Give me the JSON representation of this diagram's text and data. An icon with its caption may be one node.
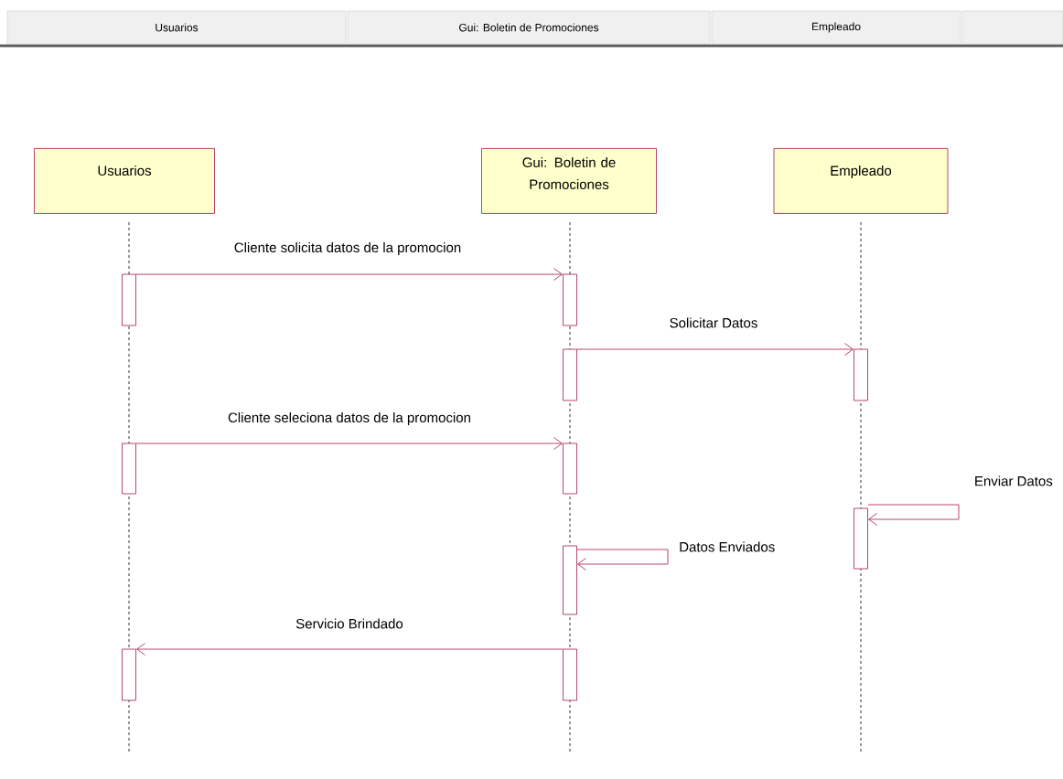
{
  "diagram": {
    "nodes": [
      {
        "text": [
          "Usuarios"
        ]
      },
      {
        "text": [
          "Gui: Boletin de Promociones"
        ]
      },
      {
        "text": [
          "Empleado"
        ]
      },
      {
        "text": [],
        "shape": "bar"
      },
      {
        "text": [],
        "shape": "bar"
      },
      {
        "text": [],
        "shape": "bar"
      },
      {
        "text": [],
        "shape": "bar"
      },
      {
        "text": [],
        "shape": "bar"
      },
      {
        "text": [],
        "shape": "bar"
      },
      {
        "text": [],
        "shape": "bar"
      },
      {
        "text": [],
        "shape": "bar"
      },
      {
        "text": [],
        "shape": "bar"
      },
      {
        "text": [],
        "shape": "bar"
      }
    ],
    "edges": [
      {
        "from": 3,
        "to": 4,
        "arrow": "to",
        "label": "Cliente solicita datos de la promocion"
      },
      {
        "from": 5,
        "to": 6,
        "arrow": "to",
        "label": "Solicitar Datos"
      },
      {
        "from": 7,
        "to": 8,
        "arrow": "to",
        "label": "Cliente seleciona datos de la promocion"
      },
      {
        "from": 9,
        "to": 9,
        "arrow": "to",
        "label": "Enviar Datos"
      },
      {
        "from": 10,
        "to": 10,
        "arrow": "to",
        "label": "Datos Enviados"
      },
      {
        "from": 12,
        "to": 11,
        "arrow": "to",
        "label": "Servicio Brindado"
      }
    ],
    "labels": [
      "Usuarios",
      "Gui: Boletin de Promociones",
      "Empleado"
    ]
  }
}
